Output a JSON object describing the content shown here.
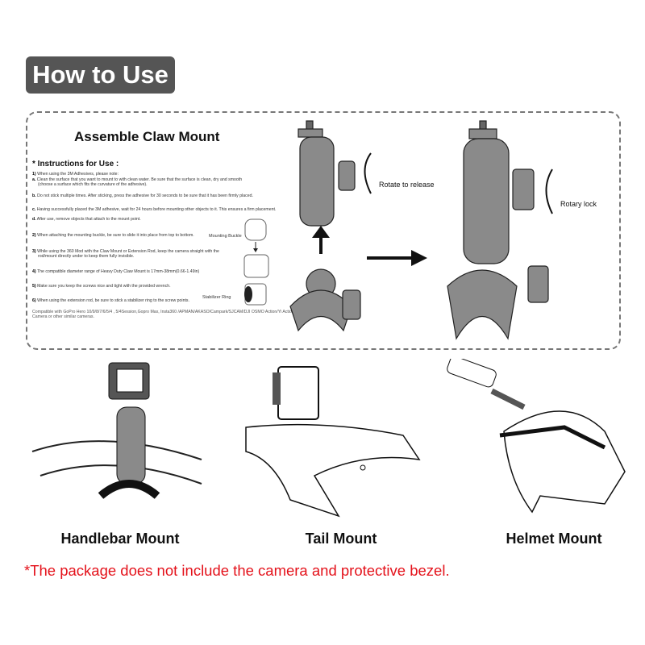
{
  "header": {
    "title": "How to Use"
  },
  "assemble": {
    "title": "Assemble Claw Mount"
  },
  "instructions": {
    "heading": "* Instructions for Use :",
    "items": [
      {
        "num": "1)",
        "text": "When using the 3M Adhesives, please note:"
      },
      {
        "num": "a.",
        "text": "Clean the surface that you want to mount to with clean water. Be sure that the surface is clean, dry and smooth"
      },
      {
        "num": "",
        "text": "(choose a surface which fits the curvature of the adhesive)."
      },
      {
        "num": "b.",
        "text": "Do not stick multiple times. After sticking, press the adhesive for 30 seconds to be sure that it has been firmly placed."
      },
      {
        "num": "c.",
        "text": "Having successfully placed the 3M adhesive, wait for 24 hours before mounting other objects to it. This ensures a firm placement."
      },
      {
        "num": "d.",
        "text": "After use, remove objects that attach to the mount point."
      },
      {
        "num": "2)",
        "text": "When attaching the mounting buckle, be sure to slide it into place from top to bottom."
      },
      {
        "num": "3)",
        "text": "While using the 360 Mod with the Claw Mount or Extension Rod, keep the camera straight with the"
      },
      {
        "num": "",
        "text": "rod/mount directly under to keep them fully invisible."
      },
      {
        "num": "4)",
        "text": "The compatible diameter range of Heavy Duty Claw Mount is 17mm-38mm(0.66-1.49in)"
      },
      {
        "num": "5)",
        "text": "Make sure you keep the screws nice and tight with the provided wrench."
      },
      {
        "num": "6)",
        "text": "When using the extension rod, be sure to stick a stabilizer ring to the screw points."
      }
    ],
    "compatible": "Compatible with GoPro Hero 10/9/8/7/6/5/4 ,  5/4Session,Gopro Max, Insta360 /APMAN/AKASO/Campark/SJCAM/DJI OSMO Action/Yi Action",
    "compatible2": "Camera or other similar cameras.",
    "mounting_buckle": "Mounting Buckle",
    "stabilizer_ring": "Stabilizer Ring"
  },
  "diagram": {
    "rotate_release": "Rotate to release",
    "rotary_lock": "Rotary lock"
  },
  "mounts": [
    {
      "label": "Handlebar Mount"
    },
    {
      "label": "Tail Mount"
    },
    {
      "label": "Helmet Mount"
    }
  ],
  "note": "*The package does not include the camera and protective bezel.",
  "colors": {
    "badge": "#555555",
    "note": "#e4121b",
    "mount": "#8a8a8a"
  }
}
